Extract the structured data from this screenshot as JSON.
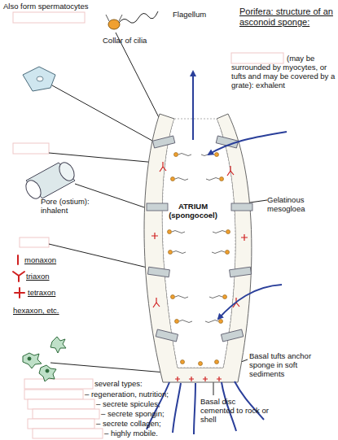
{
  "diagram": {
    "title": "Porifera: structure of an asconoid sponge:",
    "labels": [
      "Also form spermatocytes",
      "Flagellum",
      "Collar of cilia",
      "(may be surrounded by myocytes, or tufts and may be covered by a grate): exhalent",
      "Gelatinous mesogloea",
      "ATRIUM (spongocoel)",
      "Pore (ostium): inhalent",
      "monaxon",
      "triaxon",
      "tetraxon",
      "hexaxon, etc.",
      "several types:",
      "– regeneration, nutrition;",
      "– secrete spicules;",
      "– secrete spongin;",
      "– secrete collagen;",
      "– highly mobile.",
      "Basal tufts anchor sponge in soft sediments",
      "Basal disc cemented to rock or shell"
    ]
  }
}
